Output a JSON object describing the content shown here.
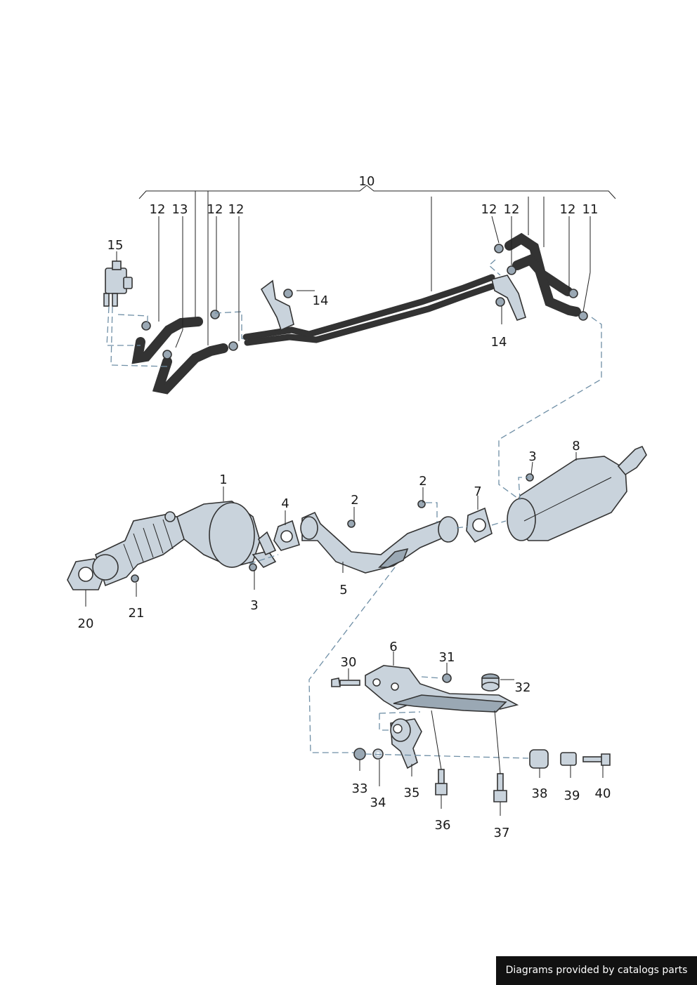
{
  "credit": "Diagrams provided by catalogs parts",
  "callouts": {
    "c1": "1",
    "c2a": "2",
    "c2b": "2",
    "c3a": "3",
    "c3b": "3",
    "c4": "4",
    "c5": "5",
    "c6": "6",
    "c7": "7",
    "c8": "8",
    "c10": "10",
    "c11": "11",
    "c12a": "12",
    "c12b": "12",
    "c12c": "12",
    "c12d": "12",
    "c12e": "12",
    "c12f": "12",
    "c13": "13",
    "c14a": "14",
    "c14b": "14",
    "c15": "15",
    "c20": "20",
    "c21": "21",
    "c30": "30",
    "c31": "31",
    "c32": "32",
    "c33": "33",
    "c34": "34",
    "c35": "35",
    "c36": "36",
    "c37": "37",
    "c38": "38",
    "c39": "39",
    "c40": "40"
  },
  "colors": {
    "part": "#c9d3dc",
    "outline": "#333333",
    "dash": "#6f8fa6"
  }
}
